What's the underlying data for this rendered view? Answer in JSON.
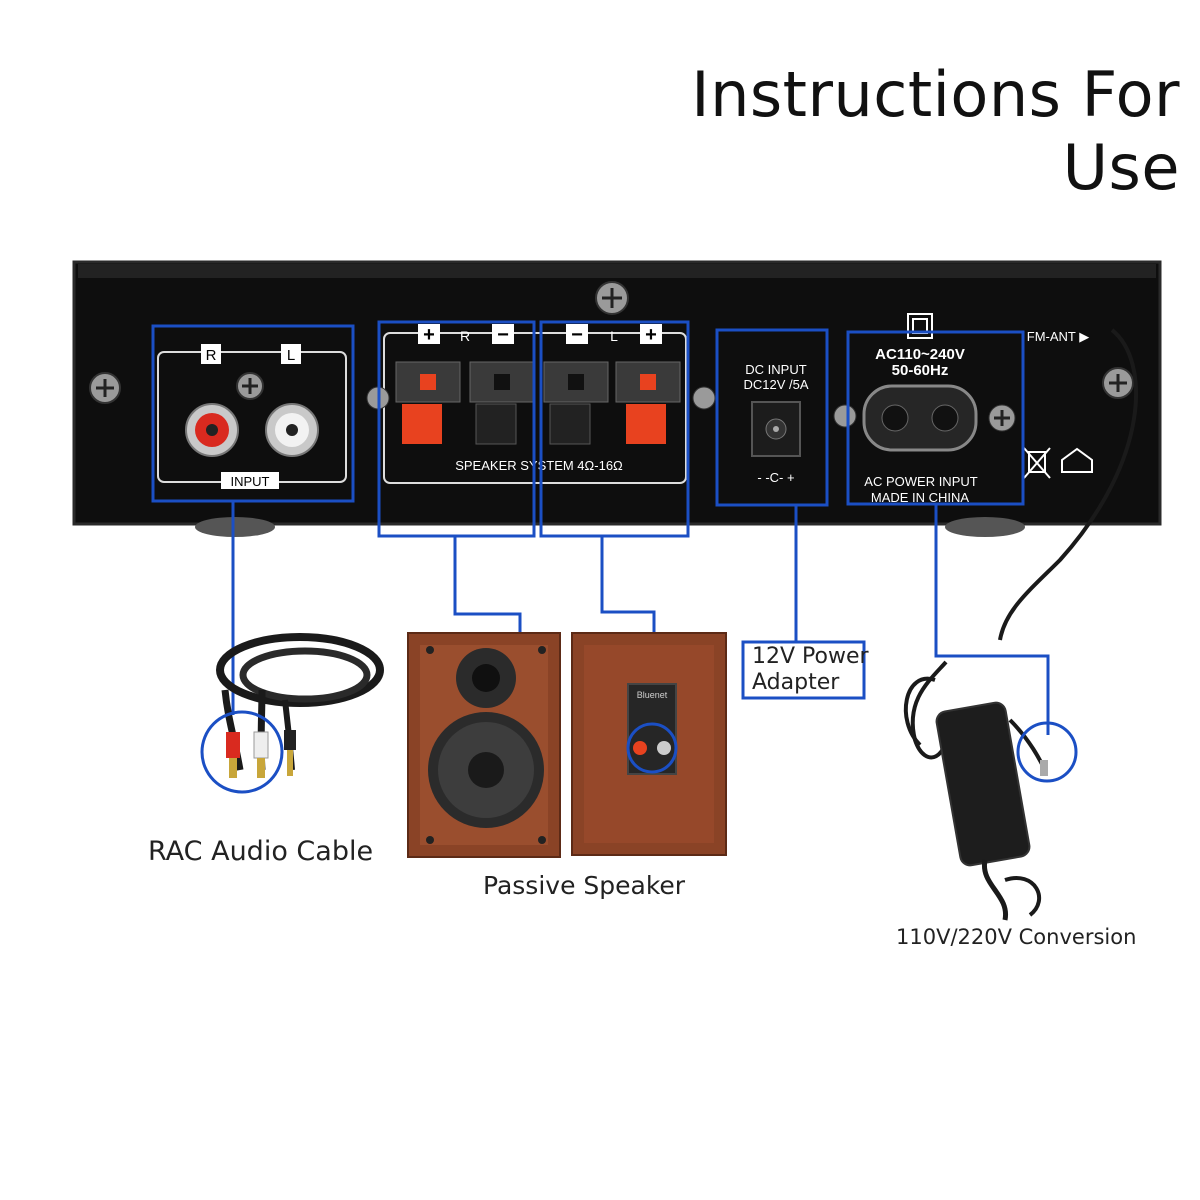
{
  "title": "Instructions For Use",
  "panel": {
    "input_left": "R",
    "input_right": "L",
    "input_label": "INPUT",
    "spk_plus": "+",
    "spk_minus": "−",
    "spk_r": "R",
    "spk_l": "L",
    "speaker_system": "SPEAKER SYSTEM 4Ω-16Ω",
    "dc_input": "DC INPUT",
    "dc_rating": "DC12V /5A",
    "dc_polarity": "- -C- +",
    "ac_range": "AC110~240V",
    "ac_freq": "50-60Hz",
    "ac_power_input": "AC POWER INPUT",
    "made_in": "MADE IN CHINA",
    "fm_ant": "FM-ANT ▶"
  },
  "labels": {
    "audio_cable": "RAC Audio Cable",
    "passive_speaker": "Passive Speaker",
    "power_adapter_line1": "12V Power",
    "power_adapter_line2": "Adapter",
    "conversion": "110V/220V Conversion",
    "speaker_brand": "Bluenet"
  },
  "colors": {
    "accent": "#1b4fc4",
    "chassis": "#111111",
    "speaker_wood": "#8a4326",
    "terminal_red": "#e8421f"
  }
}
